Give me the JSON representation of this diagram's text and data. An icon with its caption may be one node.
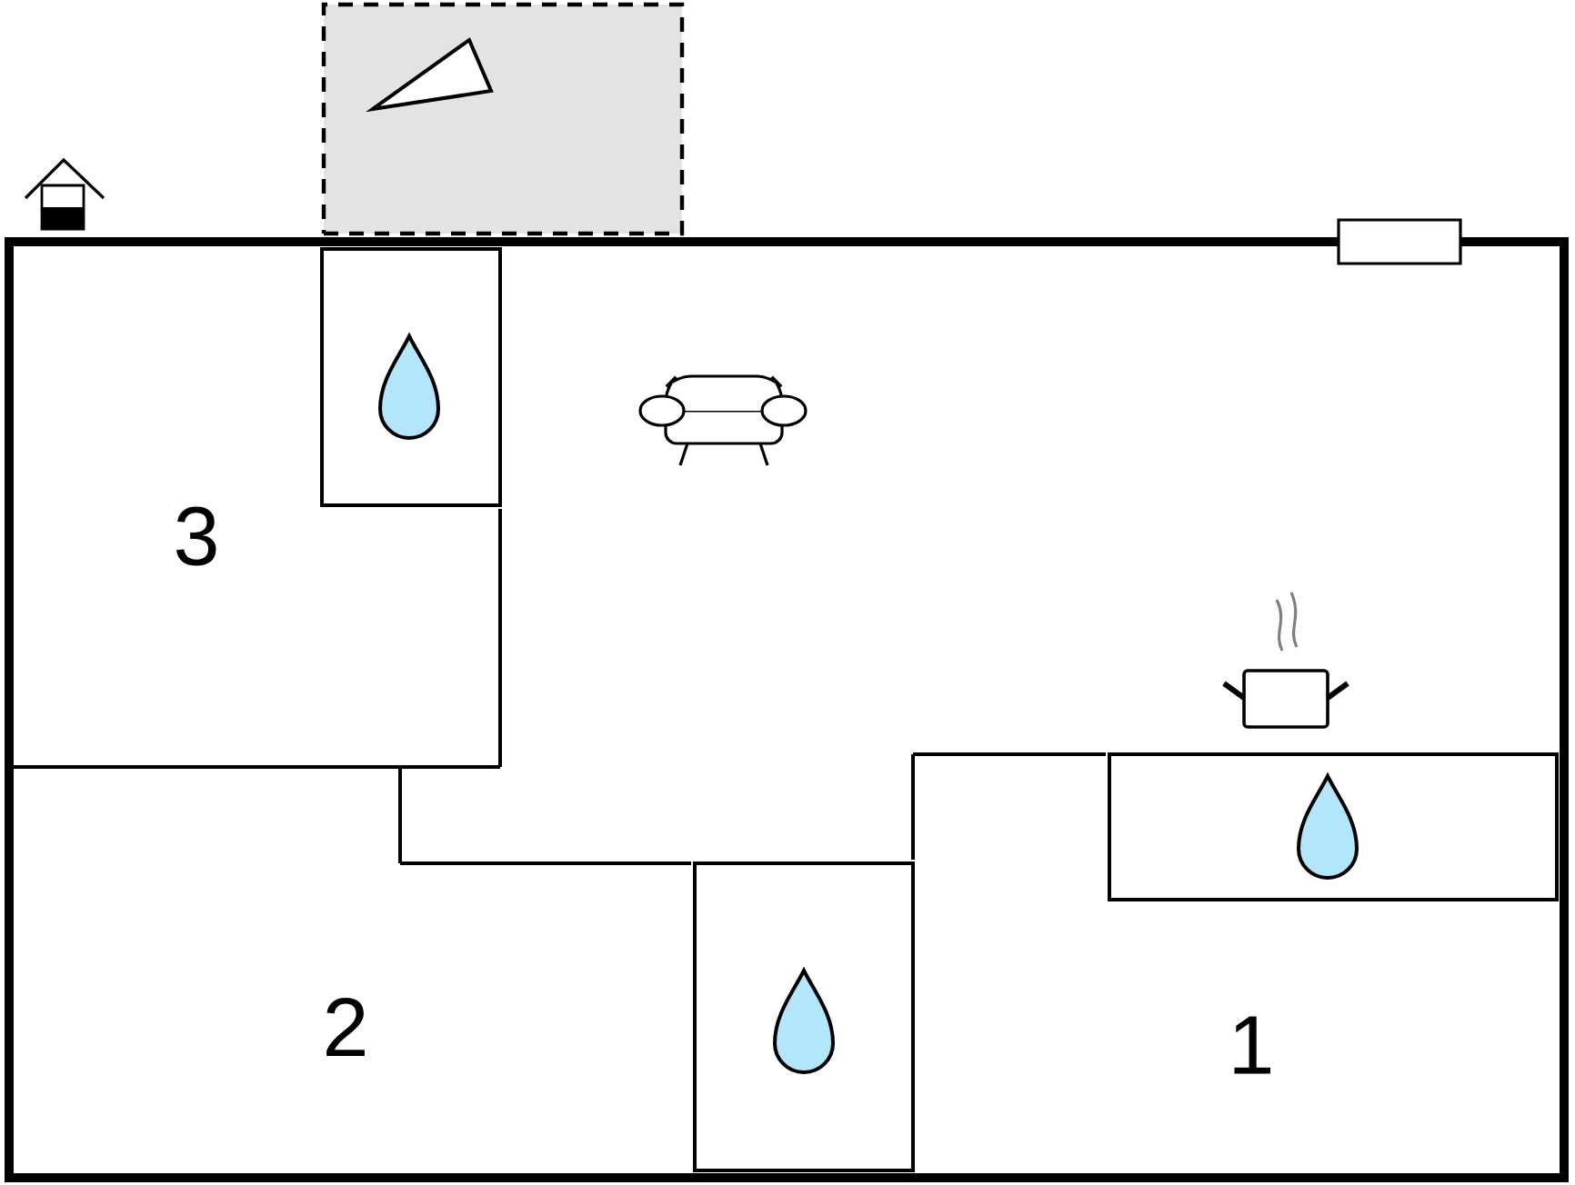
{
  "diagram": {
    "nodes": [
      {
        "text": [],
        "shape": "box"
      },
      {
        "text": [],
        "shape": "box"
      },
      {
        "text": [
          "3"
        ]
      },
      {
        "text": [],
        "shape": "box"
      },
      {
        "text": [
          "2"
        ]
      },
      {
        "text": [],
        "shape": "box"
      },
      {
        "text": [
          "1"
        ]
      }
    ]
  }
}
